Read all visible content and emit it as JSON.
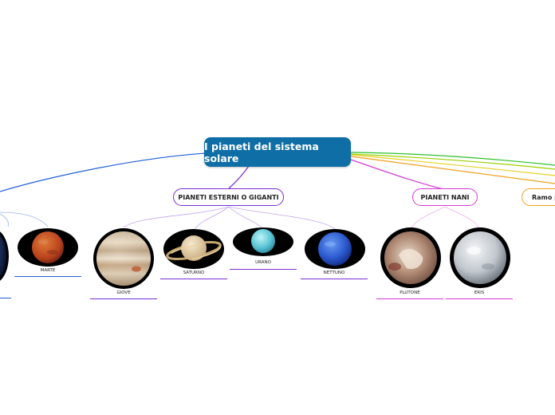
{
  "root": {
    "label": "I pianeti del sistema solare"
  },
  "topics": {
    "giganti": {
      "label": "PIANETI ESTERNI O GIGANTI",
      "color": "#7a2ed6"
    },
    "nani": {
      "label": "PIANETI NANI",
      "color": "#d63ad6"
    },
    "ramo": {
      "label": "Ramo p",
      "color": "#f0a020"
    }
  },
  "leaves": {
    "marte": "MARTE",
    "giove": "GIOVE",
    "saturno": "SATURNO",
    "urano": "URANO",
    "nettuno": "NETTUNO",
    "plutone": "PLUTONE",
    "eris": "ERIS"
  },
  "colors": {
    "root": "#0f6ea6",
    "interni_branch": "#2060d8",
    "giganti_branch": "#7a2ed6",
    "nani_branch": "#d63ad6",
    "ramo_branch": "#f0a020",
    "extra_branch_green": "#2cc02c",
    "extra_branch_lime": "#9ad000",
    "extra_branch_yellow": "#e8d020"
  }
}
